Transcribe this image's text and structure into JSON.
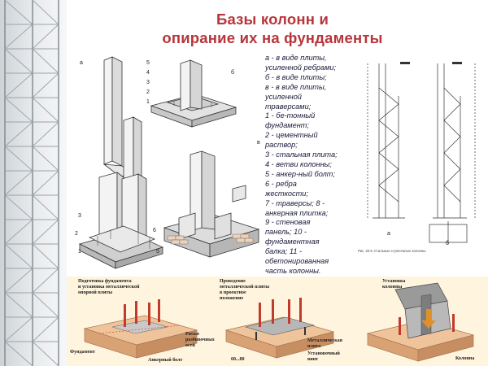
{
  "title": {
    "line1": "Базы колонн и",
    "line2": "опирание их на фундаменты"
  },
  "figure_labels": {
    "a": "а",
    "b": "б",
    "v": "в",
    "n1": "1",
    "n2": "2",
    "n3": "3",
    "n4": "4",
    "n5": "5",
    "n6": "6"
  },
  "legend": [
    "а - в виде плиты,",
    "усиленной ребрами;",
    "б - в виде плиты;",
    "в - в виде плиты,",
    "усиленной",
    "траверсами;",
    "1 - бе-тонный",
    "фундамент;",
    "2 - цементный",
    "раствор;",
    "3 - стальная плита;",
    "4 - ветви колонны;",
    "5 - анкер-ный болт;",
    "6 - ребра",
    "жесткости;",
    "7 - траверсы; 8 -",
    "анкерная плитка;",
    "9 - стеновая",
    "панель; 10 -",
    "фундаментная",
    "балка; 11 -",
    "обетонированная",
    "часть колонны."
  ],
  "scheme": {
    "caption": "Рис. 20.9. Стальные ступенчатые колонны:",
    "mark_a": "а",
    "mark_b": "б"
  },
  "bottom_panels": {
    "p1": {
      "title": [
        "Подготовка фундамента",
        "и установка металлической",
        "опорной плиты"
      ],
      "c1": [
        "Риски",
        "разбивочных",
        "осей"
      ],
      "c2": "Фундамент",
      "c3": "Анкерный болт"
    },
    "p2": {
      "title": [
        "Проведение",
        "металлической плиты",
        "в проектное",
        "положение"
      ],
      "c1": [
        "Металлическая",
        "плита"
      ],
      "c2": [
        "Установочный",
        "винт"
      ],
      "dim": "60...80"
    },
    "p3": {
      "title": [
        "Установка",
        "колонны"
      ],
      "c1": "Колонна"
    }
  },
  "colors": {
    "title": "#b7353b",
    "legend_text": "#1a1a3a",
    "bottom_bg": "#fff4dd",
    "anchor_red": "#c23a2c",
    "arrow_orange": "#e0902a"
  }
}
